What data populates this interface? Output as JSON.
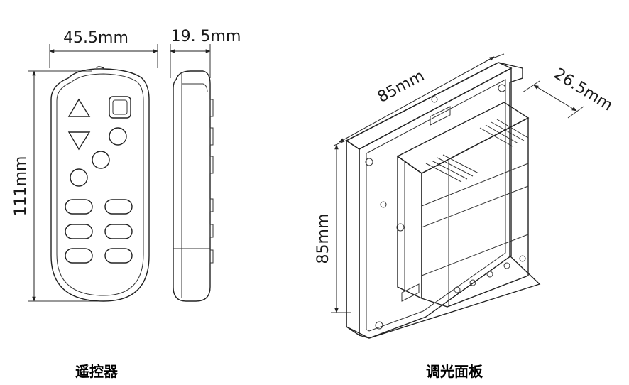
{
  "remote": {
    "width_label": "45.5mm",
    "depth_label": "19. 5mm",
    "height_label": "111mm",
    "caption": "遥控器"
  },
  "panel": {
    "width_label": "85mm",
    "depth_label": "26.5mm",
    "height_label": "85mm",
    "caption": "调光面板"
  }
}
